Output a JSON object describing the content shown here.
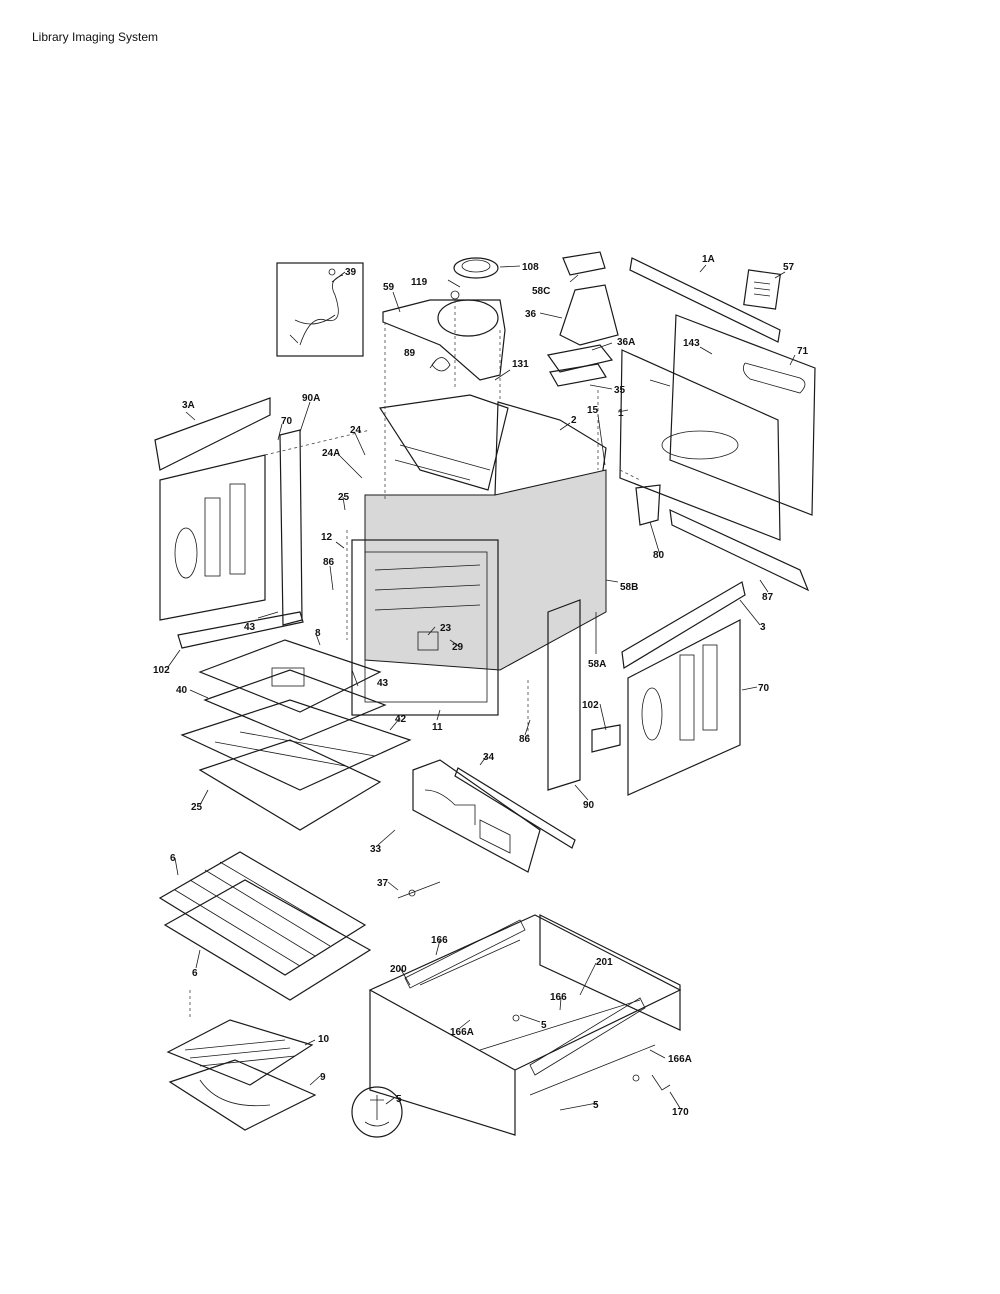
{
  "header": {
    "title": "Library Imaging System"
  },
  "callouts": {
    "c108": "108",
    "c119": "119",
    "c58C": "58C",
    "c39": "39",
    "c59": "59",
    "c36": "36",
    "c36A": "36A",
    "c35": "35",
    "c89": "89",
    "c131": "131",
    "c1A": "1A",
    "c57": "57",
    "c143": "143",
    "c71": "71",
    "c1": "1",
    "c2": "2",
    "c15": "15",
    "c3A": "3A",
    "c90A": "90A",
    "c70a": "70",
    "c24": "24",
    "c24A": "24A",
    "c25a": "25",
    "c12": "12",
    "c86a": "86",
    "c43a": "43",
    "c43b": "43",
    "c8": "8",
    "c102a": "102",
    "c40": "40",
    "c42": "42",
    "c25b": "25",
    "c11": "11",
    "c23": "23",
    "c29": "29",
    "c58B": "58B",
    "c58A": "58A",
    "c80": "80",
    "c87": "87",
    "c3": "3",
    "c70b": "70",
    "c102b": "102",
    "c86b": "86",
    "c34": "34",
    "c33": "33",
    "c90": "90",
    "c37": "37",
    "c6a": "6",
    "c6b": "6",
    "c166a": "166",
    "c200": "200",
    "c166b": "166",
    "c201": "201",
    "c166A1": "166A",
    "c166A2": "166A",
    "c5a": "5",
    "c5b": "5",
    "c5c": "5",
    "c10": "10",
    "c9": "9",
    "c170": "170"
  }
}
